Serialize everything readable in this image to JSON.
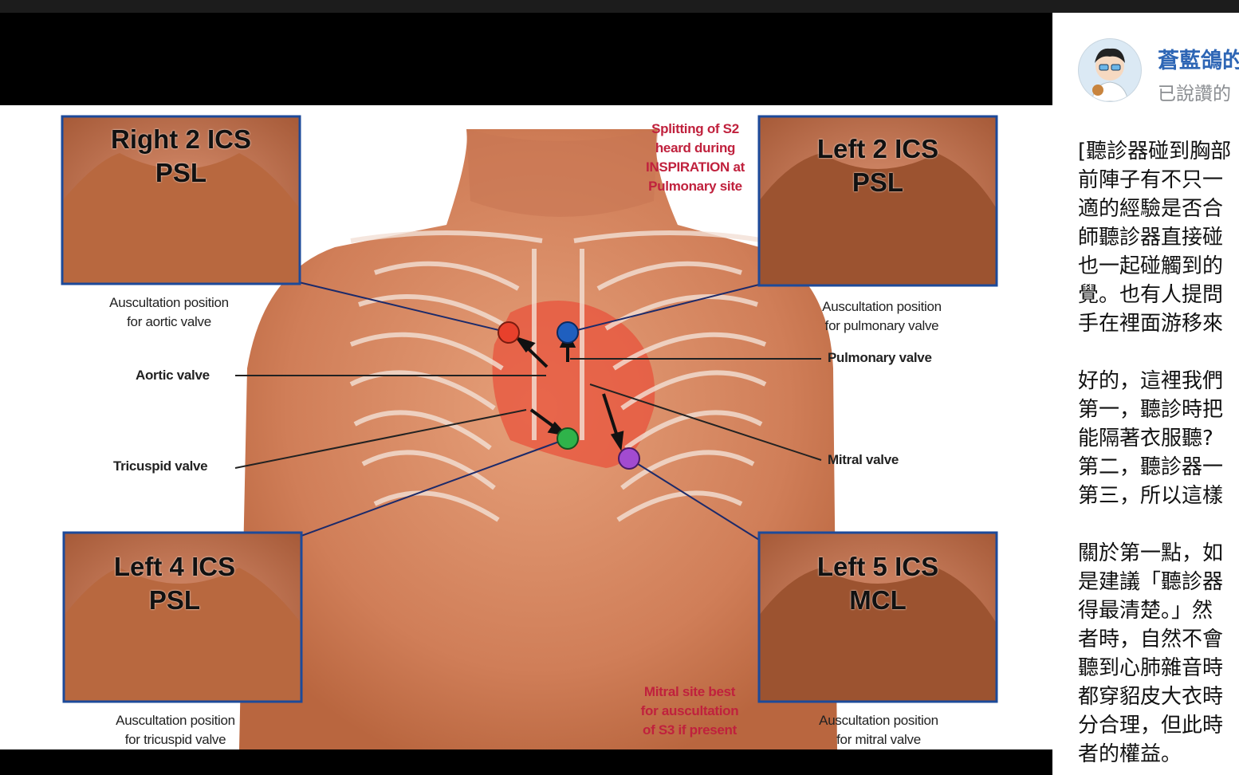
{
  "diagram": {
    "thumbnails": [
      {
        "title_line1": "Right 2 ICS",
        "title_line2": "PSL",
        "caption_line1": "Auscultation position",
        "caption_line2": "for aortic valve"
      },
      {
        "title_line1": "Left 2 ICS",
        "title_line2": "PSL",
        "caption_line1": "Auscultation position",
        "caption_line2": "for pulmonary valve"
      },
      {
        "title_line1": "Left 4 ICS",
        "title_line2": "PSL",
        "caption_line1": "Auscultation position",
        "caption_line2": "for tricuspid valve"
      },
      {
        "title_line1": "Left 5 ICS",
        "title_line2": "MCL",
        "caption_line1": "Auscultation position",
        "caption_line2": "for mitral valve"
      }
    ],
    "valve_labels": {
      "aortic": "Aortic valve",
      "tricuspid": "Tricuspid valve",
      "pulmonary": "Pulmonary valve",
      "mitral": "Mitral valve"
    },
    "note_top": [
      "Splitting of S2",
      "heard during",
      "INSPIRATION at",
      "Pulmonary site"
    ],
    "note_bottom": [
      "Mitral site best",
      "for auscultation",
      "of S3 if present"
    ],
    "colors": {
      "aortic": "#e8402c",
      "pulmonary": "#1f5fbf",
      "tricuspid": "#2fb34a",
      "mitral": "#a24bd0",
      "frame": "#1c4a9a"
    }
  },
  "sidebar": {
    "author": "蒼藍鴿的",
    "meta": "已說讚的",
    "avatar_icon": "cartoon-doctor-avatar-icon",
    "paragraphs": [
      [
        "[聽診器碰到胸部",
        "前陣子有不只一",
        "適的經驗是否合",
        "師聽診器直接碰",
        "也一起碰觸到的",
        "覺。也有人提問",
        "手在裡面游移來"
      ],
      [
        "好的，這裡我們",
        "第一，聽診時把",
        "能隔著衣服聽?",
        "第二，聽診器一",
        "第三，所以這樣"
      ],
      [
        "關於第一點，如",
        "是建議「聽診器",
        "得最清楚。」然",
        "者時，自然不會",
        "聽到心肺雜音時",
        "都穿貂皮大衣時",
        "分合理，但此時",
        "者的權益。"
      ]
    ]
  }
}
